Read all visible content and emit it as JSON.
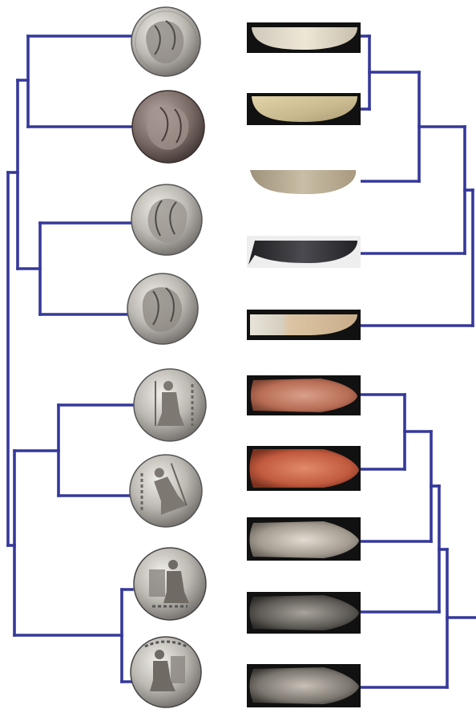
{
  "colors": {
    "line": "#35399a",
    "background": "#ffffff",
    "coin_silver_light": "#d9d6d0",
    "coin_silver_dark": "#6e6a66",
    "coin_tarnished": "#7a6a66",
    "blade_light": "#e6ddc8",
    "blade_tan": "#c8b88e",
    "blade_dark": "#2e2e32",
    "blade_beige": "#bfb29a",
    "point_red": "#b86d55",
    "point_orange": "#c9674a",
    "point_grey": "#9c968f",
    "point_dark": "#55534f",
    "image_bg": "#111111"
  },
  "left_group": {
    "items": [
      {
        "kind": "coin",
        "subject": "hercules-head-right-icon",
        "tone": "silver"
      },
      {
        "kind": "coin",
        "subject": "hercules-head-right-icon",
        "tone": "tarnished"
      },
      {
        "kind": "coin",
        "subject": "hercules-head-left-icon",
        "tone": "silver"
      },
      {
        "kind": "coin",
        "subject": "hercules-head-right-icon",
        "tone": "silver"
      },
      {
        "kind": "coin",
        "subject": "seated-zeus-icon",
        "tone": "silver"
      },
      {
        "kind": "coin",
        "subject": "seated-zeus-icon",
        "tone": "silver"
      },
      {
        "kind": "coin",
        "subject": "seated-zeus-icon",
        "tone": "silver"
      },
      {
        "kind": "coin",
        "subject": "seated-zeus-icon",
        "tone": "silver"
      }
    ]
  },
  "right_group": {
    "items": [
      {
        "kind": "blade",
        "tone": "light"
      },
      {
        "kind": "blade",
        "tone": "tan"
      },
      {
        "kind": "blade",
        "tone": "beige"
      },
      {
        "kind": "blade",
        "tone": "dark"
      },
      {
        "kind": "blade",
        "tone": "hafted"
      },
      {
        "kind": "point",
        "tone": "red"
      },
      {
        "kind": "point",
        "tone": "orange"
      },
      {
        "kind": "point",
        "tone": "grey"
      },
      {
        "kind": "point",
        "tone": "dark"
      },
      {
        "kind": "point",
        "tone": "grey-dark"
      }
    ]
  }
}
